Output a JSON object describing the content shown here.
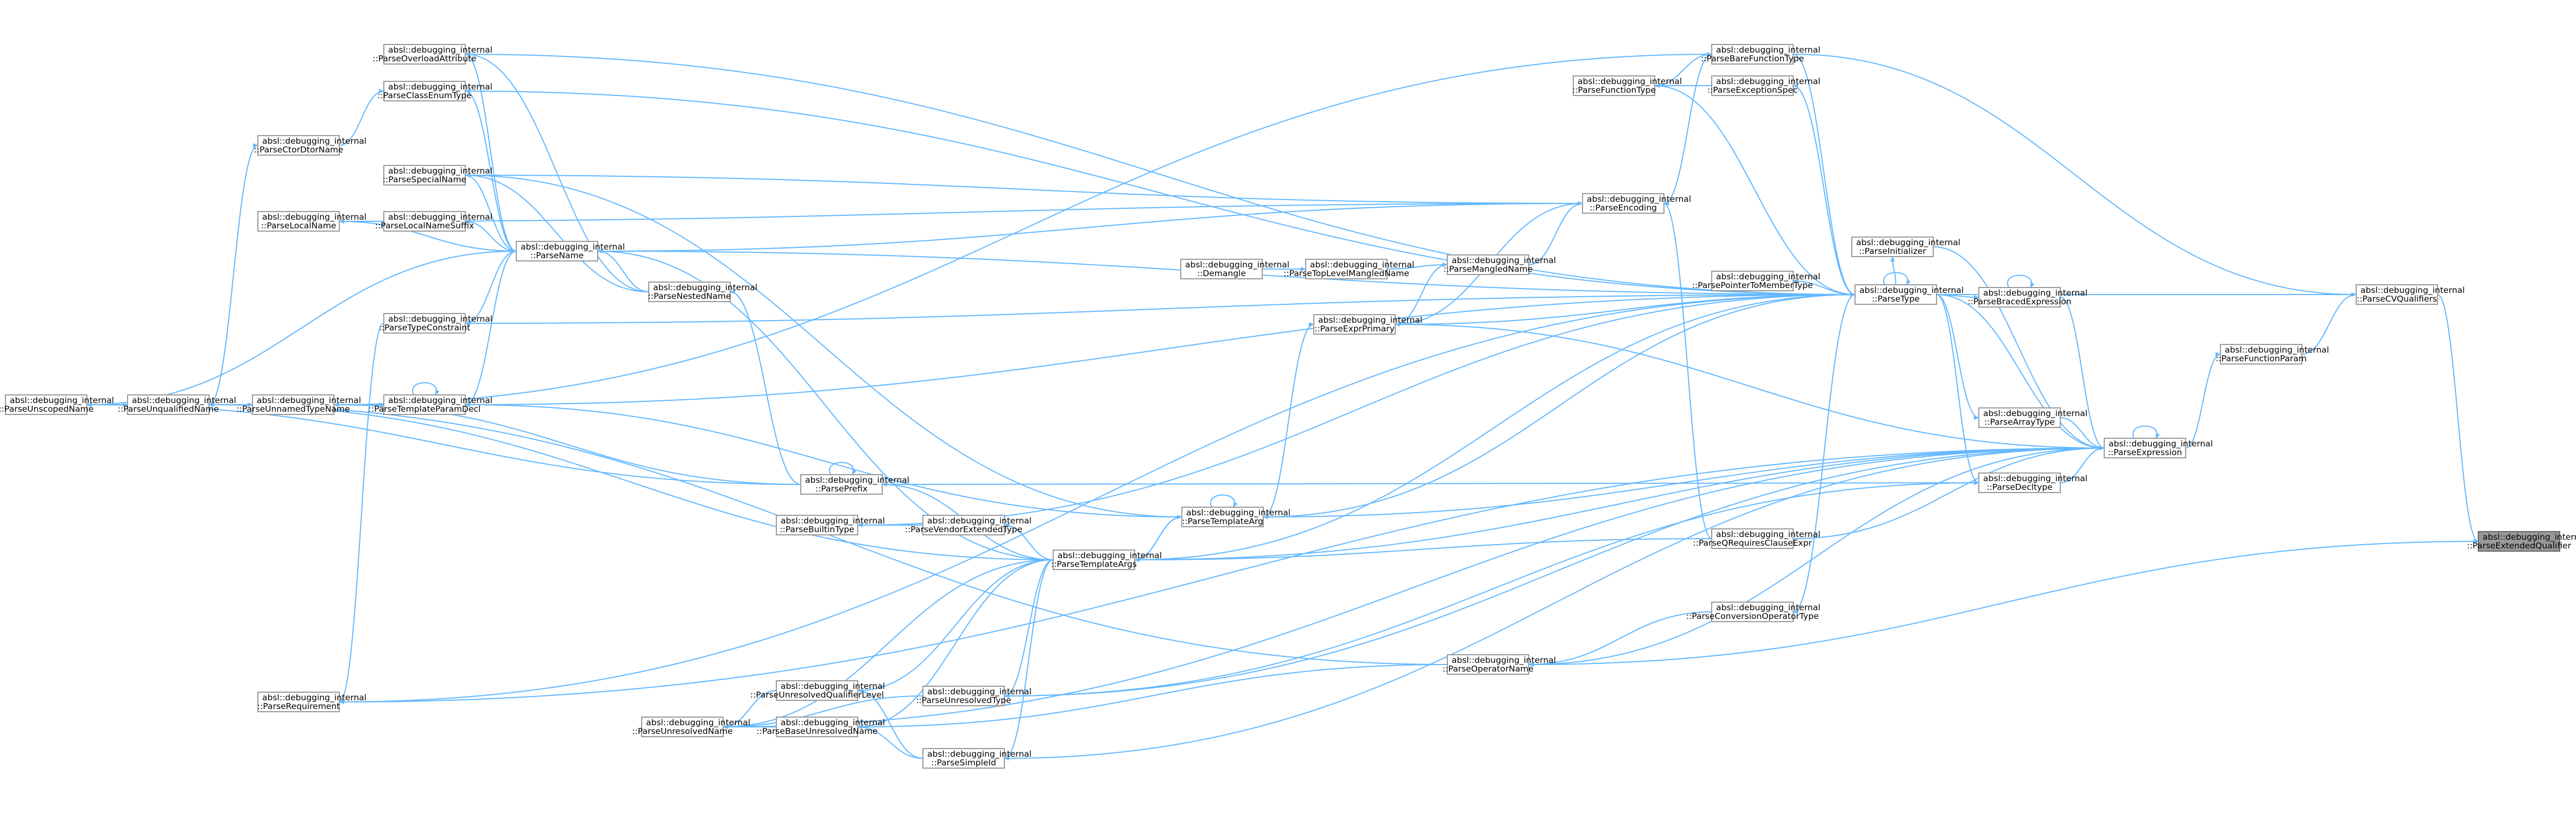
{
  "diagram": {
    "title": "",
    "colors": {
      "edge": "#63b8ff",
      "node_border": "#999999",
      "node_fill": "#ffffff",
      "selected_fill": "#999999"
    },
    "nodes": [
      {
        "id": "ParseExtendedQualifier",
        "line1": "absl::debugging_internal",
        "line2": "::ParseExtendedQualifier",
        "selected": true
      },
      {
        "id": "ParseCVQualifiers",
        "line1": "absl::debugging_internal",
        "line2": "::ParseCVQualifiers"
      },
      {
        "id": "ParseFunctionParam",
        "line1": "absl::debugging_internal",
        "line2": "::ParseFunctionParam"
      },
      {
        "id": "ParseExpression",
        "line1": "absl::debugging_internal",
        "line2": "::ParseExpression"
      },
      {
        "id": "ParseBareFunctionType",
        "line1": "absl::debugging_internal",
        "line2": "::ParseBareFunctionType"
      },
      {
        "id": "ParseFunctionType",
        "line1": "absl::debugging_internal",
        "line2": "::ParseFunctionType"
      },
      {
        "id": "ParseExceptionSpec",
        "line1": "absl::debugging_internal",
        "line2": "::ParseExceptionSpec"
      },
      {
        "id": "ParseEncoding",
        "line1": "absl::debugging_internal",
        "line2": "::ParseEncoding"
      },
      {
        "id": "ParsePointerToMemberType",
        "line1": "absl::debugging_internal",
        "line2": "::ParsePointerToMemberType"
      },
      {
        "id": "ParseInitializer",
        "line1": "absl::debugging_internal",
        "line2": "::ParseInitializer"
      },
      {
        "id": "ParseType",
        "line1": "absl::debugging_internal",
        "line2": "::ParseType"
      },
      {
        "id": "ParseBracedExpression",
        "line1": "absl::debugging_internal",
        "line2": "::ParseBracedExpression"
      },
      {
        "id": "ParseArrayType",
        "line1": "absl::debugging_internal",
        "line2": "::ParseArrayType"
      },
      {
        "id": "ParseDecltype",
        "line1": "absl::debugging_internal",
        "line2": "::ParseDecltype"
      },
      {
        "id": "ParseQRequiresClauseExpr",
        "line1": "absl::debugging_internal",
        "line2": "::ParseQRequiresClauseExpr"
      },
      {
        "id": "ParseConversionOperatorType",
        "line1": "absl::debugging_internal",
        "line2": "::ParseConversionOperatorType"
      },
      {
        "id": "ParseOperatorName",
        "line1": "absl::debugging_internal",
        "line2": "::ParseOperatorName"
      },
      {
        "id": "Demangle",
        "line1": "absl::debugging_internal",
        "line2": "::Demangle"
      },
      {
        "id": "ParseTopLevelMangledName",
        "line1": "absl::debugging_internal",
        "line2": "::ParseTopLevelMangledName"
      },
      {
        "id": "ParseMangledName",
        "line1": "absl::debugging_internal",
        "line2": "::ParseMangledName"
      },
      {
        "id": "ParseExprPrimary",
        "line1": "absl::debugging_internal",
        "line2": "::ParseExprPrimary"
      },
      {
        "id": "ParseTemplateArg",
        "line1": "absl::debugging_internal",
        "line2": "::ParseTemplateArg"
      },
      {
        "id": "ParseTemplateArgs",
        "line1": "absl::debugging_internal",
        "line2": "::ParseTemplateArgs"
      },
      {
        "id": "ParseUnresolvedType",
        "line1": "absl::debugging_internal",
        "line2": "::ParseUnresolvedType"
      },
      {
        "id": "ParseSimpleId",
        "line1": "absl::debugging_internal",
        "line2": "::ParseSimpleId"
      },
      {
        "id": "ParseVendorExtendedType",
        "line1": "absl::debugging_internal",
        "line2": "::ParseVendorExtendedType"
      },
      {
        "id": "ParseBuiltinType",
        "line1": "absl::debugging_internal",
        "line2": "::ParseBuiltinType"
      },
      {
        "id": "ParsePrefix",
        "line1": "absl::debugging_internal",
        "line2": "::ParsePrefix"
      },
      {
        "id": "ParseUnresolvedQualifierLevel",
        "line1": "absl::debugging_internal",
        "line2": "::ParseUnresolvedQualifierLevel"
      },
      {
        "id": "ParseBaseUnresolvedName",
        "line1": "absl::debugging_internal",
        "line2": "::ParseBaseUnresolvedName"
      },
      {
        "id": "ParseUnresolvedName",
        "line1": "absl::debugging_internal",
        "line2": "::ParseUnresolvedName"
      },
      {
        "id": "ParseOverloadAttribute",
        "line1": "absl::debugging_internal",
        "line2": "::ParseOverloadAttribute"
      },
      {
        "id": "ParseClassEnumType",
        "line1": "absl::debugging_internal",
        "line2": "::ParseClassEnumType"
      },
      {
        "id": "ParseSpecialName",
        "line1": "absl::debugging_internal",
        "line2": "::ParseSpecialName"
      },
      {
        "id": "ParseLocalNameSuffix",
        "line1": "absl::debugging_internal",
        "line2": "::ParseLocalNameSuffix"
      },
      {
        "id": "ParseName",
        "line1": "absl::debugging_internal",
        "line2": "::ParseName"
      },
      {
        "id": "ParseNestedName",
        "line1": "absl::debugging_internal",
        "line2": "::ParseNestedName"
      },
      {
        "id": "ParseTypeConstraint",
        "line1": "absl::debugging_internal",
        "line2": "::ParseTypeConstraint"
      },
      {
        "id": "ParseTemplateParamDecl",
        "line1": "absl::debugging_internal",
        "line2": "::ParseTemplateParamDecl"
      },
      {
        "id": "ParseCtorDtorName",
        "line1": "absl::debugging_internal",
        "line2": "::ParseCtorDtorName"
      },
      {
        "id": "ParseLocalName",
        "line1": "absl::debugging_internal",
        "line2": "::ParseLocalName"
      },
      {
        "id": "ParseUnnamedTypeName",
        "line1": "absl::debugging_internal",
        "line2": "::ParseUnnamedTypeName"
      },
      {
        "id": "ParseUnqualifiedName",
        "line1": "absl::debugging_internal",
        "line2": "::ParseUnqualifiedName"
      },
      {
        "id": "ParseUnscopedName",
        "line1": "absl::debugging_internal",
        "line2": "::ParseUnscopedName"
      },
      {
        "id": "ParseRequirement",
        "line1": "absl::debugging_internal",
        "line2": "::ParseRequirement"
      }
    ],
    "edges": [
      [
        "ParseCVQualifiers",
        "ParseExtendedQualifier"
      ],
      [
        "ParseFunctionParam",
        "ParseCVQualifiers"
      ],
      [
        "ParseExpression",
        "ParseFunctionParam"
      ],
      [
        "ParseType",
        "ParseCVQualifiers"
      ],
      [
        "ParseBareFunctionType",
        "ParseCVQualifiers"
      ],
      [
        "ParseExpression",
        "ParseExpression"
      ],
      [
        "ParseType",
        "ParseExpression"
      ],
      [
        "ParseBracedExpression",
        "ParseExpression"
      ],
      [
        "ParseArrayType",
        "ParseExpression"
      ],
      [
        "ParseDecltype",
        "ParseExpression"
      ],
      [
        "ParseInitializer",
        "ParseExpression"
      ],
      [
        "ParseQRequiresClauseExpr",
        "ParseExpression"
      ],
      [
        "ParseTemplateArg",
        "ParseExpression"
      ],
      [
        "ParseExprPrimary",
        "ParseExpression"
      ],
      [
        "ParseTemplateArgs",
        "ParseExpression"
      ],
      [
        "ParseOperatorName",
        "ParseExpression"
      ],
      [
        "ParseUnresolvedType",
        "ParseExpression"
      ],
      [
        "ParseSimpleId",
        "ParseExpression"
      ],
      [
        "ParseUnresolvedName",
        "ParseExpression"
      ],
      [
        "ParseRequirement",
        "ParseExpression"
      ],
      [
        "ParseBareFunctionType",
        "ParseType"
      ],
      [
        "ParseFunctionType",
        "ParseBareFunctionType"
      ],
      [
        "ParseEncoding",
        "ParseBareFunctionType"
      ],
      [
        "ParseExceptionSpec",
        "ParseFunctionType"
      ],
      [
        "ParseType",
        "ParseExceptionSpec"
      ],
      [
        "ParseType",
        "ParseFunctionType"
      ],
      [
        "ParseEncoding",
        "ParseSpecialName"
      ],
      [
        "ParseMangledName",
        "ParseEncoding"
      ],
      [
        "ParseExprPrimary",
        "ParseEncoding"
      ],
      [
        "ParseQRequiresClauseExpr",
        "ParseEncoding"
      ],
      [
        "ParseTopLevelMangledName",
        "ParseMangledName"
      ],
      [
        "Demangle",
        "ParseTopLevelMangledName"
      ],
      [
        "ParseExprPrimary",
        "ParseMangledName"
      ],
      [
        "ParseType",
        "ParseExprPrimary"
      ],
      [
        "ParseTemplateArg",
        "ParseExprPrimary"
      ],
      [
        "ParseType",
        "ParsePointerToMemberType"
      ],
      [
        "ParseType",
        "ParseType"
      ],
      [
        "ParseType",
        "ParseBracedExpression"
      ],
      [
        "ParseBracedExpression",
        "ParseBracedExpression"
      ],
      [
        "ParseType",
        "ParseInitializer"
      ],
      [
        "ParseType",
        "ParseArrayType"
      ],
      [
        "ParseType",
        "ParseDecltype"
      ],
      [
        "ParseType",
        "ParseConversionOperatorType"
      ],
      [
        "ParseConversionOperatorType",
        "ParseOperatorName"
      ],
      [
        "ParseType",
        "ParseTemplateArg"
      ],
      [
        "ParseType",
        "ParseTemplateArgs"
      ],
      [
        "ParseType",
        "ParseTemplateParamDecl"
      ],
      [
        "ParseType",
        "ParseClassEnumType"
      ],
      [
        "ParseType",
        "ParseOverloadAttribute"
      ],
      [
        "ParseType",
        "ParseTypeConstraint"
      ],
      [
        "ParseType",
        "ParseRequirement"
      ],
      [
        "ParseType",
        "ParseName"
      ],
      [
        "ParseDecltype",
        "ParsePrefix"
      ],
      [
        "ParseDecltype",
        "ParseUnresolvedType"
      ],
      [
        "ParseTemplateArg",
        "ParseTemplateArgs"
      ],
      [
        "ParseTemplateArg",
        "ParseTemplateArg"
      ],
      [
        "ParseTemplateArgs",
        "ParseTemplateArg"
      ],
      [
        "ParseTemplateArgs",
        "ParseName"
      ],
      [
        "ParseTemplateArgs",
        "ParsePrefix"
      ],
      [
        "ParseTemplateArgs",
        "ParseVendorExtendedType"
      ],
      [
        "ParseTemplateArgs",
        "ParseUnresolvedType"
      ],
      [
        "ParseTemplateArgs",
        "ParseSimpleId"
      ],
      [
        "ParseTemplateArgs",
        "ParseUnresolvedQualifierLevel"
      ],
      [
        "ParseTemplateArgs",
        "ParseBaseUnresolvedName"
      ],
      [
        "ParseTemplateArgs",
        "ParseUnresolvedName"
      ],
      [
        "ParseTemplateArgs",
        "ParseUnqualifiedName"
      ],
      [
        "ParseQRequiresClauseExpr",
        "ParseTemplateArgs"
      ],
      [
        "ParseTemplateArg",
        "ParseTemplateParamDecl"
      ],
      [
        "ParseVendorExtendedType",
        "ParseBuiltinType"
      ],
      [
        "ParseBuiltinType",
        "ParseType"
      ],
      [
        "ParsePrefix",
        "ParsePrefix"
      ],
      [
        "ParsePrefix",
        "ParseNestedName"
      ],
      [
        "ParsePrefix",
        "ParseUnscopedName"
      ],
      [
        "ParsePrefix",
        "ParseUnnamedTypeName"
      ],
      [
        "ParseNestedName",
        "ParseName"
      ],
      [
        "ParseNestedName",
        "ParseOverloadAttribute"
      ],
      [
        "ParseName",
        "ParseOverloadAttribute"
      ],
      [
        "ParseName",
        "ParseClassEnumType"
      ],
      [
        "ParseName",
        "ParseSpecialName"
      ],
      [
        "ParseName",
        "ParseLocalNameSuffix"
      ],
      [
        "ParseName",
        "ParseLocalName"
      ],
      [
        "ParseName",
        "ParseUnscopedName"
      ],
      [
        "ParseName",
        "ParseTypeConstraint"
      ],
      [
        "ParseName",
        "ParseTemplateParamDecl"
      ],
      [
        "ParseEncoding",
        "ParseName"
      ],
      [
        "ParseLocalNameSuffix",
        "ParseLocalName"
      ],
      [
        "ParseLocalName",
        "ParseEncoding"
      ],
      [
        "ParseCtorDtorName",
        "ParseClassEnumType"
      ],
      [
        "ParseUnqualifiedName",
        "ParseCtorDtorName"
      ],
      [
        "ParseUnqualifiedName",
        "ParseUnnamedTypeName"
      ],
      [
        "ParseUnscopedName",
        "ParseUnqualifiedName"
      ],
      [
        "ParseUnnamedTypeName",
        "ParseTemplateParamDecl"
      ],
      [
        "ParseUnnamedTypeName",
        "ParseBareFunctionType"
      ],
      [
        "ParseTemplateParamDecl",
        "ParseTemplateParamDecl"
      ],
      [
        "ParseTypeConstraint",
        "ParseRequirement"
      ],
      [
        "ParseUnresolvedQualifierLevel",
        "ParseUnresolvedName"
      ],
      [
        "ParseUnresolvedType",
        "ParseUnresolvedName"
      ],
      [
        "ParseBaseUnresolvedName",
        "ParseUnresolvedName"
      ],
      [
        "ParseSimpleId",
        "ParseUnresolvedQualifierLevel"
      ],
      [
        "ParseSimpleId",
        "ParseBaseUnresolvedName"
      ],
      [
        "ParseOperatorName",
        "ParseBaseUnresolvedName"
      ],
      [
        "ParseOperatorName",
        "ParseUnqualifiedName"
      ],
      [
        "ParseNestedName",
        "ParseSpecialName"
      ],
      [
        "ParseSpecialName",
        "ParseTemplateArg"
      ],
      [
        "ParseExtendedQualifier",
        "ParseOperatorName"
      ]
    ]
  }
}
